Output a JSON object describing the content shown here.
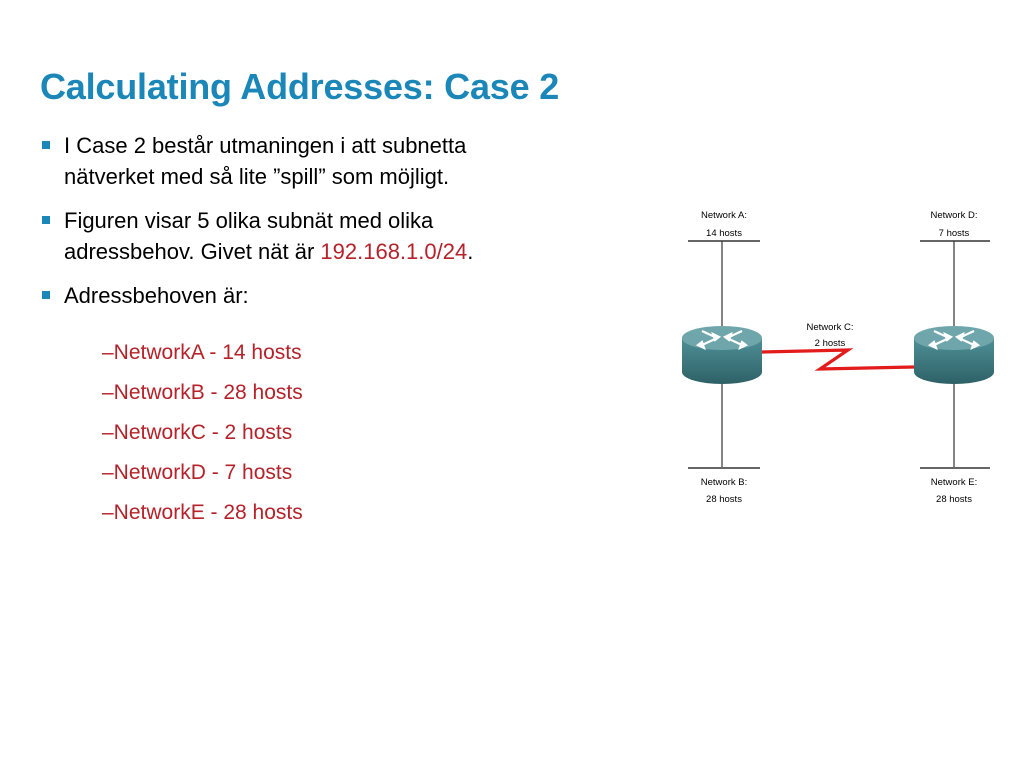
{
  "title": "Calculating Addresses: Case 2",
  "bullets": [
    {
      "text_lines": [
        "I Case 2 består utmaningen i att subnetta",
        "nätverket med så lite ”spill” som möjligt."
      ]
    },
    {
      "text_lines": [
        "Figuren visar 5 olika subnät med olika",
        "adressbehov. Givet nät är "
      ],
      "highlight": "192.168.1.0/24",
      "suffix": "."
    },
    {
      "text": "Adressbehoven är:"
    }
  ],
  "sub_items": [
    "–NetworkA - 14 hosts",
    "–NetworkB - 28 hosts",
    "–NetworkC - 2 hosts",
    "–NetworkD - 7 hosts",
    "–NetworkE - 28 hosts"
  ],
  "diagram": {
    "networks": {
      "a": {
        "name": "Network A:",
        "hosts": "14 hosts"
      },
      "b": {
        "name": "Network B:",
        "hosts": "28 hosts"
      },
      "c": {
        "name": "Network C:",
        "hosts": "2 hosts"
      },
      "d": {
        "name": "Network D:",
        "hosts": "7 hosts"
      },
      "e": {
        "name": "Network E:",
        "hosts": "28 hosts"
      }
    },
    "icons": [
      "router-icon",
      "router-icon"
    ],
    "colors": {
      "router_body": "#3f7f85",
      "router_top": "#6fa6ab",
      "serial_link": "#e21b1b",
      "lan_line": "#333333"
    }
  },
  "colors": {
    "title": "#1a87b8",
    "bullet_marker": "#1a87b8",
    "highlight": "#b5222a"
  }
}
